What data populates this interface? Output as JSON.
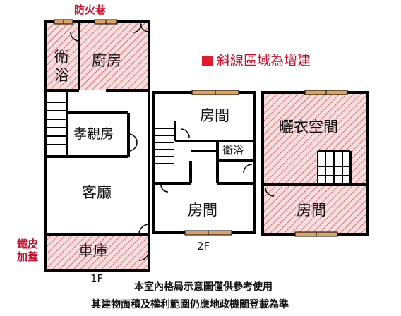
{
  "top_label": "防火巷",
  "legend": {
    "text": "斜線區域為增建",
    "swatch_color": "#e21b2c"
  },
  "rooms_1f": {
    "bathroom": "衛浴",
    "kitchen": "廚房",
    "elder_room": "孝親房",
    "living_room": "客廳",
    "garage": "車庫"
  },
  "rooms_2f": {
    "room_top": "房間",
    "bathroom": "衛浴",
    "room_bottom": "房間"
  },
  "rooms_3f": {
    "laundry": "曬衣空間",
    "room": "房間"
  },
  "side_label_line1": "鐵皮",
  "side_label_line2": "加蓋",
  "floor_1f": "1F",
  "floor_2f": "2F",
  "disclaimer_line1": "本室內格局示意圖僅供參考使用",
  "disclaimer_line2": "其建物面積及權利範圍仍應地政機關登載為準",
  "colors": {
    "wall": "#000000",
    "extension_fill": "#f7dede",
    "hatch": "#c8434f",
    "window": "#e0a262",
    "label_red": "#c8102e"
  }
}
